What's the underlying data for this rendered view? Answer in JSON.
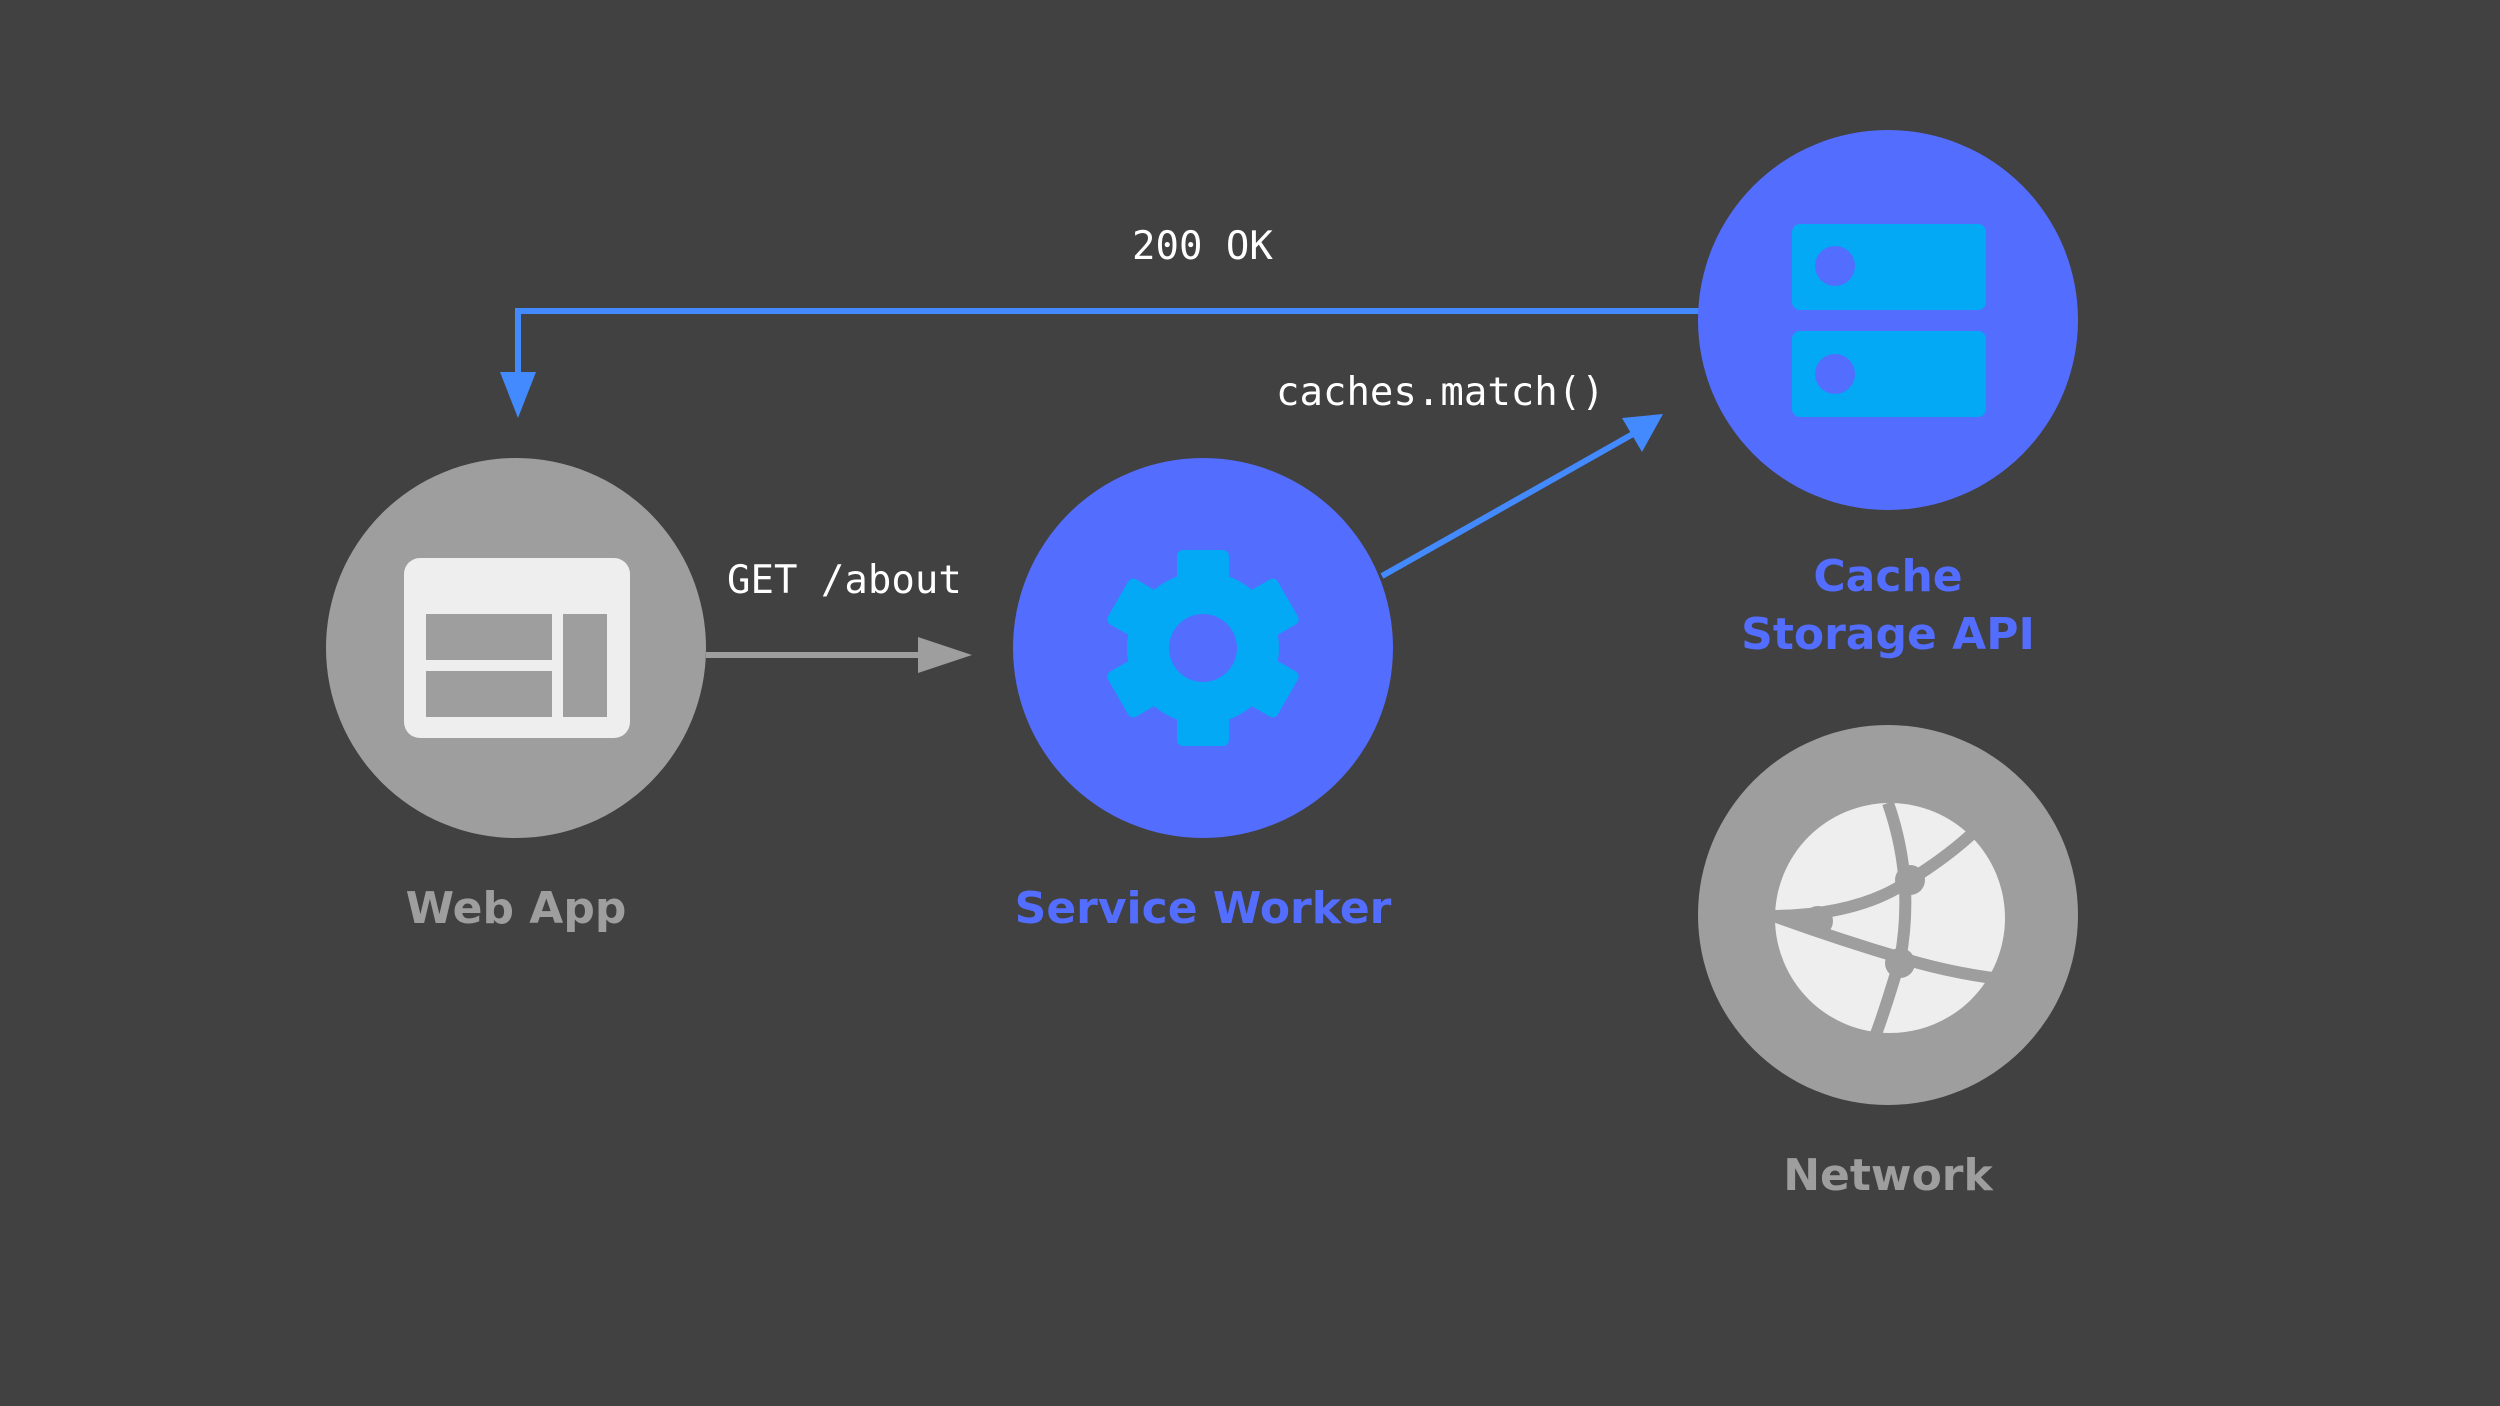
{
  "colors": {
    "background": "#414141",
    "gray_node": "#9e9e9e",
    "blue_node": "#536dfe",
    "icon_cyan": "#03a9f4",
    "icon_light": "#eeeeee",
    "arrow_blue": "#448aff",
    "arrow_gray": "#9e9e9e",
    "label_gray": "#9e9e9e",
    "label_blue": "#536dfe"
  },
  "nodes": {
    "web_app": {
      "label": "Web App",
      "icon": "browser-window-icon"
    },
    "service_worker": {
      "label": "Service Worker",
      "icon": "gear-icon"
    },
    "cache_storage": {
      "label": "Cache\nStorage API",
      "icon": "storage-icon"
    },
    "network": {
      "label": "Network",
      "icon": "globe-icon"
    }
  },
  "edges": {
    "get_request": {
      "label": "GET /about"
    },
    "cache_match": {
      "label": "caches.match()"
    },
    "response": {
      "label": "200 OK"
    }
  }
}
